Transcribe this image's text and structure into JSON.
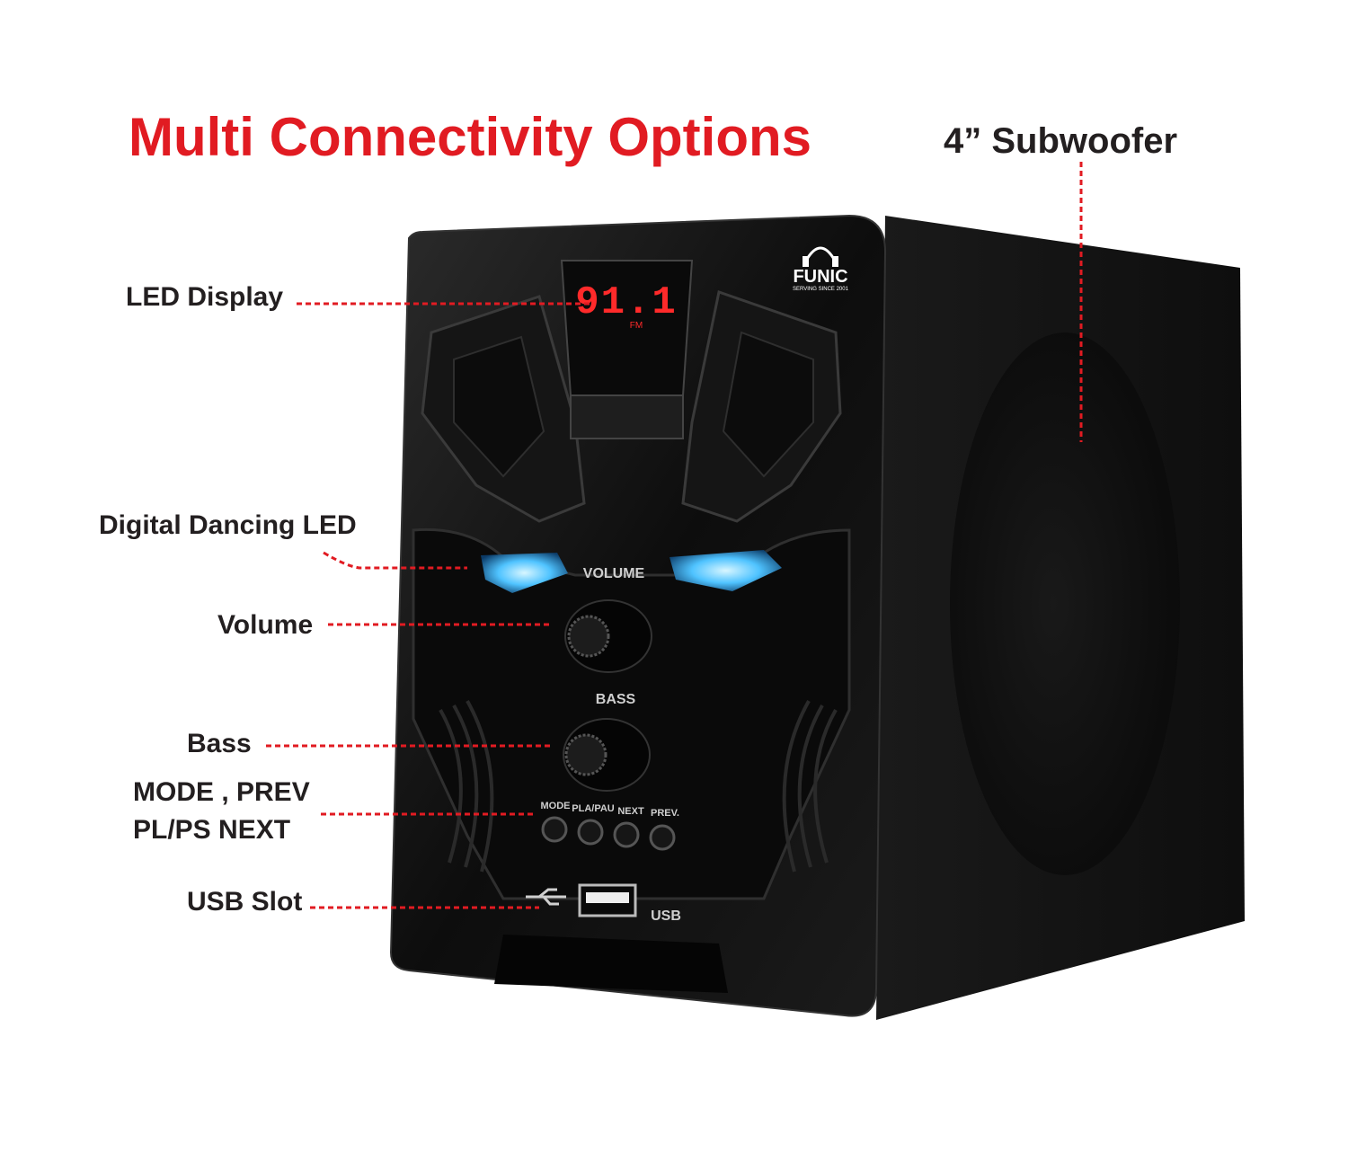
{
  "title": "Multi Connectivity Options",
  "subwoofer_label": "4” Subwoofer",
  "callouts": {
    "led_display": "LED Display",
    "dancing_led": "Digital Dancing LED",
    "volume": "Volume",
    "bass": "Bass",
    "buttons_line1": "MODE , PREV",
    "buttons_line2": "PL/PS  NEXT",
    "usb_slot": "USB Slot"
  },
  "device": {
    "brand": "FUNIC",
    "brand_tagline": "SERVING SINCE 2001",
    "display_readout": "91.1",
    "display_unit": "FM",
    "volume_label": "VOLUME",
    "bass_label": "BASS",
    "buttons": [
      "MODE",
      "PLA/PAU",
      "NEXT",
      "PREV."
    ],
    "usb_label": "USB"
  },
  "colors": {
    "accent_red": "#e11b22",
    "speaker_body": "#111111",
    "led_glow": "#4fc3ff",
    "display_red": "#ff2a2a"
  }
}
